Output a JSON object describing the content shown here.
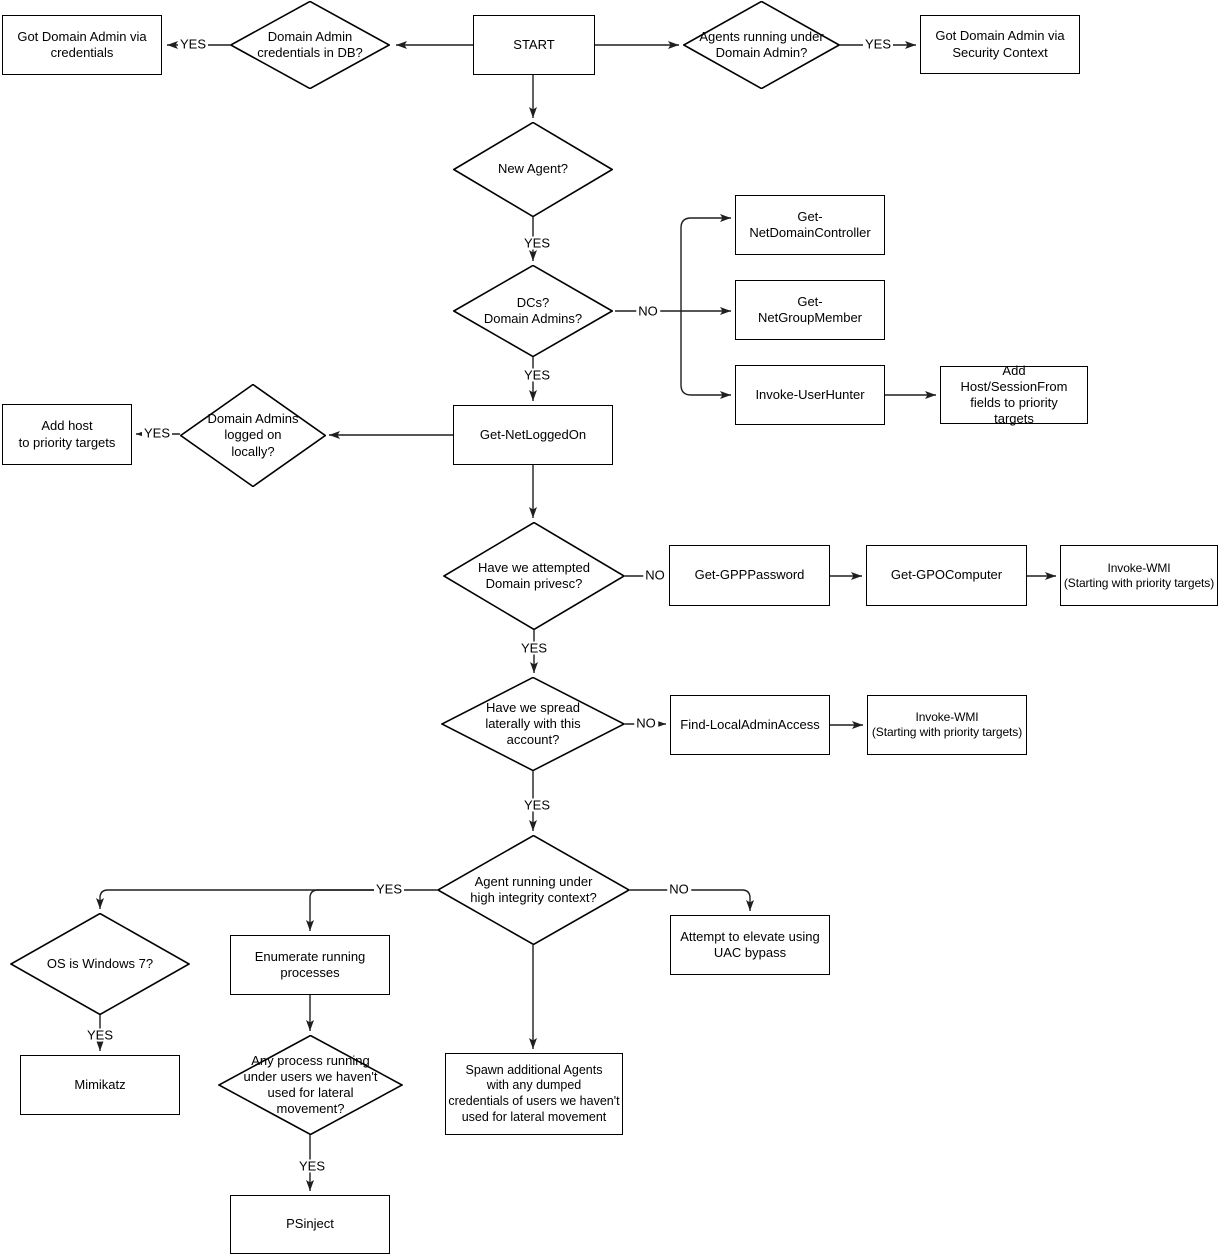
{
  "diagram": {
    "kind": "flowchart",
    "labels": {
      "yes": "YES",
      "no": "NO"
    },
    "nodes": {
      "start": {
        "shape": "box",
        "label": "START"
      },
      "da_creds_db": {
        "shape": "diamond",
        "label": "Domain Admin\ncredentials in DB?"
      },
      "got_da_creds": {
        "shape": "box",
        "label": "Got Domain Admin via\ncredentials"
      },
      "agents_under_da": {
        "shape": "diamond",
        "label": "Agents running under\nDomain Admin?"
      },
      "got_da_security": {
        "shape": "box",
        "label": "Got Domain Admin via\nSecurity Context"
      },
      "new_agent": {
        "shape": "diamond",
        "label": "New Agent?"
      },
      "dcs_domain_admins": {
        "shape": "diamond",
        "label": "DCs?\nDomain Admins?"
      },
      "get_netdomaincontroller": {
        "shape": "box",
        "label": "Get-NetDomainController"
      },
      "get_netgroupmember": {
        "shape": "box",
        "label": "Get-NetGroupMember"
      },
      "invoke_userhunter": {
        "shape": "box",
        "label": "Invoke-UserHunter"
      },
      "add_host_sessionfrom": {
        "shape": "box",
        "label": "Add Host/SessionFrom\nfields to priority targets"
      },
      "get_netloggedon": {
        "shape": "box",
        "label": "Get-NetLoggedOn"
      },
      "da_logged_locally": {
        "shape": "diamond",
        "label": "Domain Admins\nlogged on\nlocally?"
      },
      "add_host_priority": {
        "shape": "box",
        "label": "Add host\nto priority targets"
      },
      "attempted_privesc": {
        "shape": "diamond",
        "label": "Have we attempted\nDomain privesc?"
      },
      "get_gpppassword": {
        "shape": "box",
        "label": "Get-GPPPassword"
      },
      "get_gpocomputer": {
        "shape": "box",
        "label": "Get-GPOComputer"
      },
      "invoke_wmi_1": {
        "shape": "box",
        "label": "Invoke-WMI\n(Starting with priority targets)"
      },
      "spread_laterally": {
        "shape": "diamond",
        "label": "Have we spread\nlaterally with this\naccount?"
      },
      "find_localadminaccess": {
        "shape": "box",
        "label": "Find-LocalAdminAccess"
      },
      "invoke_wmi_2": {
        "shape": "box",
        "label": "Invoke-WMI\n(Starting with priority targets)"
      },
      "high_integrity": {
        "shape": "diamond",
        "label": "Agent running under\nhigh integrity context?"
      },
      "os_windows7": {
        "shape": "diamond",
        "label": "OS is Windows 7?"
      },
      "enumerate_processes": {
        "shape": "box",
        "label": "Enumerate running\nprocesses"
      },
      "uac_bypass": {
        "shape": "box",
        "label": "Attempt to elevate using\nUAC bypass"
      },
      "mimikatz": {
        "shape": "box",
        "label": "Mimikatz"
      },
      "any_process": {
        "shape": "diamond",
        "label": "Any process running\nunder users we haven't\nused for lateral\nmovement?"
      },
      "spawn_agents": {
        "shape": "box",
        "label": "Spawn additional Agents\nwith any dumped\ncredentials of users we haven't\nused for lateral movement"
      },
      "psinject": {
        "shape": "box",
        "label": "PSinject"
      }
    },
    "edges": [
      {
        "from": "start",
        "to": "da_creds_db",
        "label": ""
      },
      {
        "from": "da_creds_db",
        "to": "got_da_creds",
        "label": "YES"
      },
      {
        "from": "start",
        "to": "agents_under_da",
        "label": ""
      },
      {
        "from": "agents_under_da",
        "to": "got_da_security",
        "label": "YES"
      },
      {
        "from": "start",
        "to": "new_agent",
        "label": ""
      },
      {
        "from": "new_agent",
        "to": "dcs_domain_admins",
        "label": "YES"
      },
      {
        "from": "dcs_domain_admins",
        "to": "get_netdomaincontroller",
        "label": "NO"
      },
      {
        "from": "dcs_domain_admins",
        "to": "get_netgroupmember",
        "label": "NO"
      },
      {
        "from": "dcs_domain_admins",
        "to": "invoke_userhunter",
        "label": "NO"
      },
      {
        "from": "invoke_userhunter",
        "to": "add_host_sessionfrom",
        "label": ""
      },
      {
        "from": "dcs_domain_admins",
        "to": "get_netloggedon",
        "label": "YES"
      },
      {
        "from": "get_netloggedon",
        "to": "da_logged_locally",
        "label": ""
      },
      {
        "from": "da_logged_locally",
        "to": "add_host_priority",
        "label": "YES"
      },
      {
        "from": "get_netloggedon",
        "to": "attempted_privesc",
        "label": ""
      },
      {
        "from": "attempted_privesc",
        "to": "get_gpppassword",
        "label": "NO"
      },
      {
        "from": "get_gpppassword",
        "to": "get_gpocomputer",
        "label": ""
      },
      {
        "from": "get_gpocomputer",
        "to": "invoke_wmi_1",
        "label": ""
      },
      {
        "from": "attempted_privesc",
        "to": "spread_laterally",
        "label": "YES"
      },
      {
        "from": "spread_laterally",
        "to": "find_localadminaccess",
        "label": "NO"
      },
      {
        "from": "find_localadminaccess",
        "to": "invoke_wmi_2",
        "label": ""
      },
      {
        "from": "spread_laterally",
        "to": "high_integrity",
        "label": "YES"
      },
      {
        "from": "high_integrity",
        "to": "uac_bypass",
        "label": "NO"
      },
      {
        "from": "high_integrity",
        "to": "os_windows7",
        "label": "YES"
      },
      {
        "from": "high_integrity",
        "to": "enumerate_processes",
        "label": "YES"
      },
      {
        "from": "high_integrity",
        "to": "spawn_agents",
        "label": ""
      },
      {
        "from": "os_windows7",
        "to": "mimikatz",
        "label": "YES"
      },
      {
        "from": "enumerate_processes",
        "to": "any_process",
        "label": ""
      },
      {
        "from": "any_process",
        "to": "psinject",
        "label": "YES"
      }
    ]
  }
}
